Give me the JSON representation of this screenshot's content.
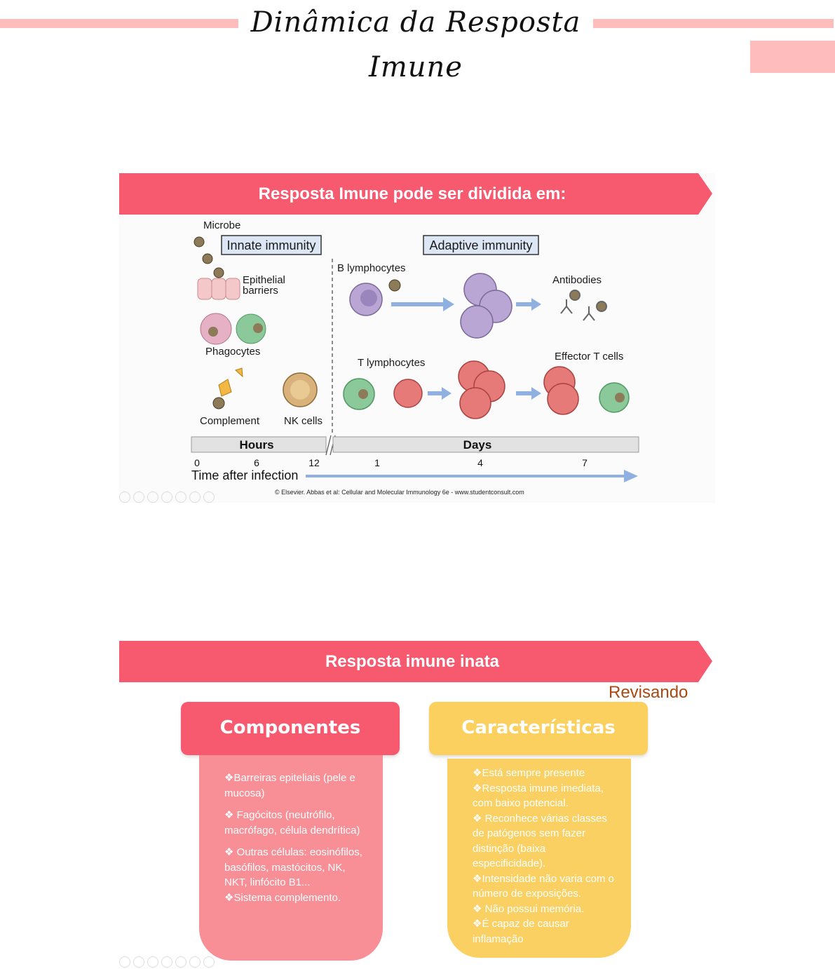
{
  "header": {
    "title": "Dinâmica da Resposta Imune",
    "accent_color": "#ffbcbc"
  },
  "slide1": {
    "banner": "Resposta Imune pode ser dividida em:",
    "banner_color": "#f7596f",
    "innate_box": "Innate immunity",
    "adaptive_box": "Adaptive immunity",
    "labels": {
      "microbe": "Microbe",
      "epithelial_1": "Epithelial",
      "epithelial_2": "barriers",
      "phagocytes": "Phagocytes",
      "complement": "Complement",
      "nk_cells": "NK cells",
      "b_lymphocytes": "B lymphocytes",
      "antibodies": "Antibodies",
      "t_lymphocytes": "T lymphocytes",
      "effector_t": "Effector T cells"
    },
    "timeline": {
      "hours_label": "Hours",
      "days_label": "Days",
      "ticks": [
        "0",
        "6",
        "12",
        "1",
        "4",
        "7"
      ],
      "axis_label": "Time after infection"
    },
    "credit": "© Elsevier. Abbas et al: Cellular and Molecular Immunology 6e - www.studentconsult.com"
  },
  "slide2": {
    "banner": "Resposta imune inata",
    "revisando": "Revisando",
    "componentes": {
      "title": "Componentes",
      "color": "#f7596f",
      "items": [
        "❖Barreiras epiteliais (pele e mucosa)",
        "❖ Fagócitos (neutrófilo, macrófago, célula dendrítica)",
        "❖  Outras células: eosinófilos, basófilos, mastócitos, NK, NKT, linfócito B1...",
        "❖Sistema complemento."
      ]
    },
    "caracteristicas": {
      "title": "Características",
      "color": "#fbd05e",
      "items": [
        "❖Está sempre presente",
        "❖Resposta imune imediata, com baixo potencial.",
        "❖ Reconhece várias classes de patógenos sem fazer distinção (baixa especificidade).",
        "❖Intensidade não varia com o número de exposições.",
        "❖ Não possui memória.",
        "❖É capaz de causar inflamação"
      ]
    }
  }
}
